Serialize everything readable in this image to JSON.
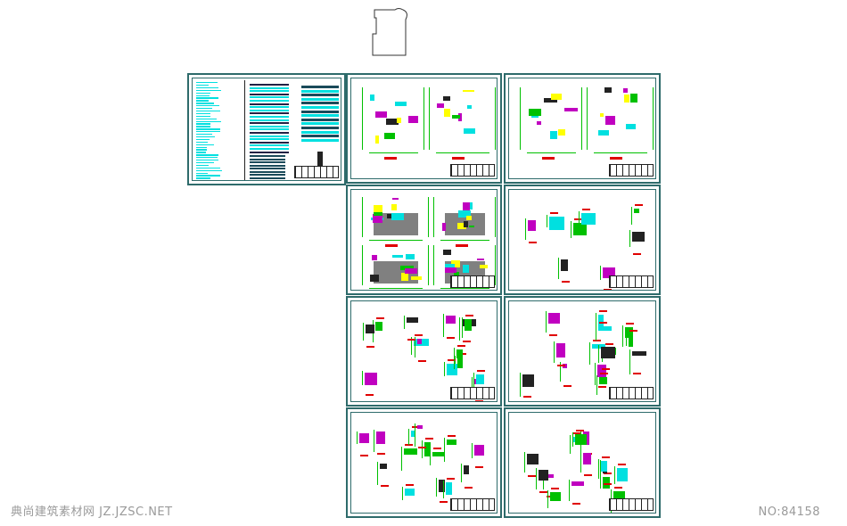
{
  "watermark": {
    "site": "典尚建筑素材网 JZ.JZSC.NET",
    "number": "NO:84158"
  },
  "sheets": [
    {
      "id": "design-notes",
      "kind": "legend"
    },
    {
      "id": "floor-plans-1",
      "kind": "plan"
    },
    {
      "id": "floor-plans-2",
      "kind": "plan"
    },
    {
      "id": "elevations",
      "kind": "elevation"
    },
    {
      "id": "sections",
      "kind": "section"
    },
    {
      "id": "details-1",
      "kind": "detail"
    },
    {
      "id": "details-2",
      "kind": "detail"
    },
    {
      "id": "details-3",
      "kind": "detail"
    },
    {
      "id": "details-4",
      "kind": "detail"
    }
  ],
  "colors": {
    "frame": "#2e6b6b",
    "green": "#00c000",
    "cyan": "#00e0e0",
    "red": "#e00000",
    "yellow": "#ffff00",
    "magenta": "#c000c0",
    "gray": "#808080"
  }
}
